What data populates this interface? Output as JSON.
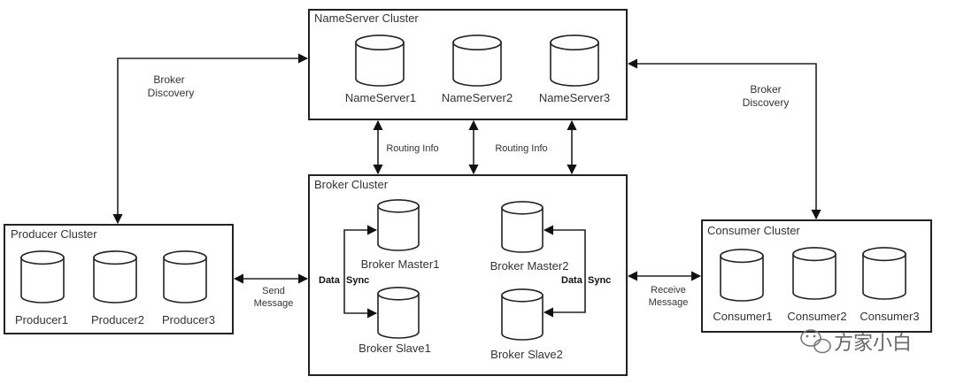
{
  "clusters": {
    "nameserver": {
      "title": "NameServer Cluster",
      "nodes": [
        "NameServer1",
        "NameServer2",
        "NameServer3"
      ]
    },
    "broker": {
      "title": "Broker Cluster",
      "nodes": [
        "Broker Master1",
        "Broker Slave1",
        "Broker Master2",
        "Broker Slave2"
      ]
    },
    "producer": {
      "title": "Producer Cluster",
      "nodes": [
        "Producer1",
        "Producer2",
        "Producer3"
      ]
    },
    "consumer": {
      "title": "Consumer Cluster",
      "nodes": [
        "Consumer1",
        "Consumer2",
        "Consumer3"
      ]
    }
  },
  "edges": {
    "broker_discovery_left": [
      "Broker",
      "Discovery"
    ],
    "broker_discovery_right": [
      "Broker",
      "Discovery"
    ],
    "routing_info_left": "Routing Info",
    "routing_info_right": "Routing Info",
    "send_message": [
      "Send",
      "Message"
    ],
    "receive_message": [
      "Receive",
      "Message"
    ],
    "data_sync_left": [
      "Data",
      "Sync"
    ],
    "data_sync_right": [
      "Data",
      "Sync"
    ]
  },
  "watermark": {
    "text": "方家小白",
    "icon": "wechat-icon"
  }
}
